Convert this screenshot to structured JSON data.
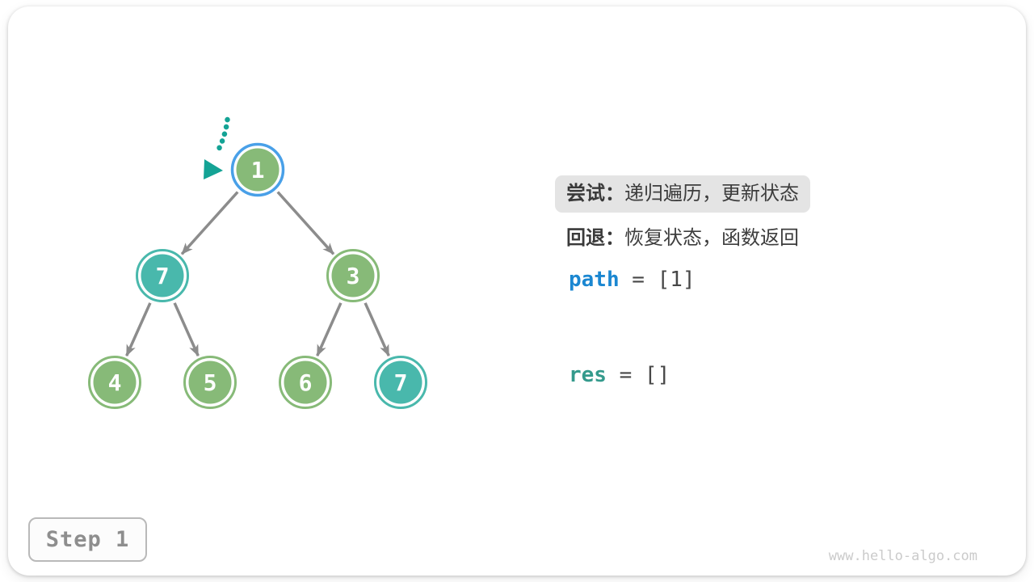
{
  "colors": {
    "node_green": "#87BA78",
    "node_teal": "#49B8AC",
    "highlight_ring_blue": "#49A0E8",
    "edge_gray": "#8C8C8C",
    "pointer_teal": "#14A395",
    "path_var_blue": "#1B87D1",
    "res_var_teal": "#349A8C",
    "try_box_bg": "#E4E4E4"
  },
  "tree": {
    "nodes": [
      {
        "value": "1",
        "color": "green",
        "highlighted": true
      },
      {
        "value": "7",
        "color": "teal",
        "highlighted": false
      },
      {
        "value": "3",
        "color": "green",
        "highlighted": false
      },
      {
        "value": "4",
        "color": "green",
        "highlighted": false
      },
      {
        "value": "5",
        "color": "green",
        "highlighted": false
      },
      {
        "value": "6",
        "color": "green",
        "highlighted": false
      },
      {
        "value": "7",
        "color": "teal",
        "highlighted": false
      }
    ],
    "edges": [
      [
        0,
        1
      ],
      [
        0,
        2
      ],
      [
        1,
        3
      ],
      [
        1,
        4
      ],
      [
        2,
        5
      ],
      [
        2,
        6
      ]
    ],
    "pointer": "dotted-arrow-at-root"
  },
  "panel": {
    "try_line": {
      "label": "尝试：",
      "text": "递归遍历，更新状态"
    },
    "backtrack_line": {
      "label": "回退：",
      "text": "恢复状态，函数返回"
    },
    "path_line": {
      "name": "path",
      "value": "= [1]"
    },
    "res_line": {
      "name": "res",
      "value": "= []"
    }
  },
  "step_label": "Step 1",
  "watermark": "www.hello-algo.com"
}
